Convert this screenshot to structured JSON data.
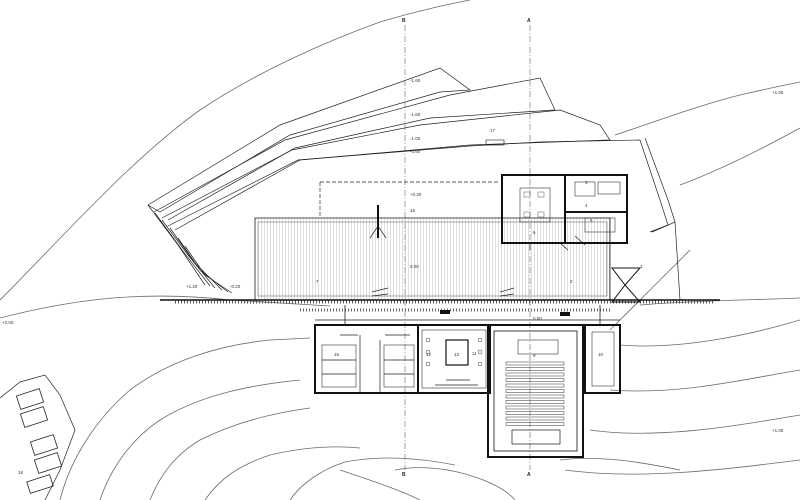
{
  "section_markers": {
    "b": "B",
    "a": "A"
  },
  "levels": {
    "terrace_1": "-1.60",
    "terrace_2": "-1.60",
    "terrace_3": "-1.00",
    "terrace_4": "-0.60",
    "top_right": "+1.00",
    "bottom_right": "+1.00",
    "left_edge": "+2.00",
    "hall_top": "+0.20",
    "hall_floor": "0.00",
    "entry": "0.00",
    "west_1": "+1.20",
    "west_2": "-0.20"
  },
  "room_numbers": {
    "r1": "1",
    "r2": "2",
    "r3": "3",
    "r4": "4",
    "r5": "5",
    "r6": "6",
    "r7": "7",
    "r9": "9",
    "r10": "10",
    "r11": "11",
    "r12": "12",
    "r13": "13",
    "r15": "15",
    "r16": "16",
    "r17": "17",
    "r18": "18"
  },
  "colors": {
    "line": "#111111",
    "contour": "#6a6a6a",
    "hatch": "#7a7a7a",
    "background": "#ffffff"
  }
}
